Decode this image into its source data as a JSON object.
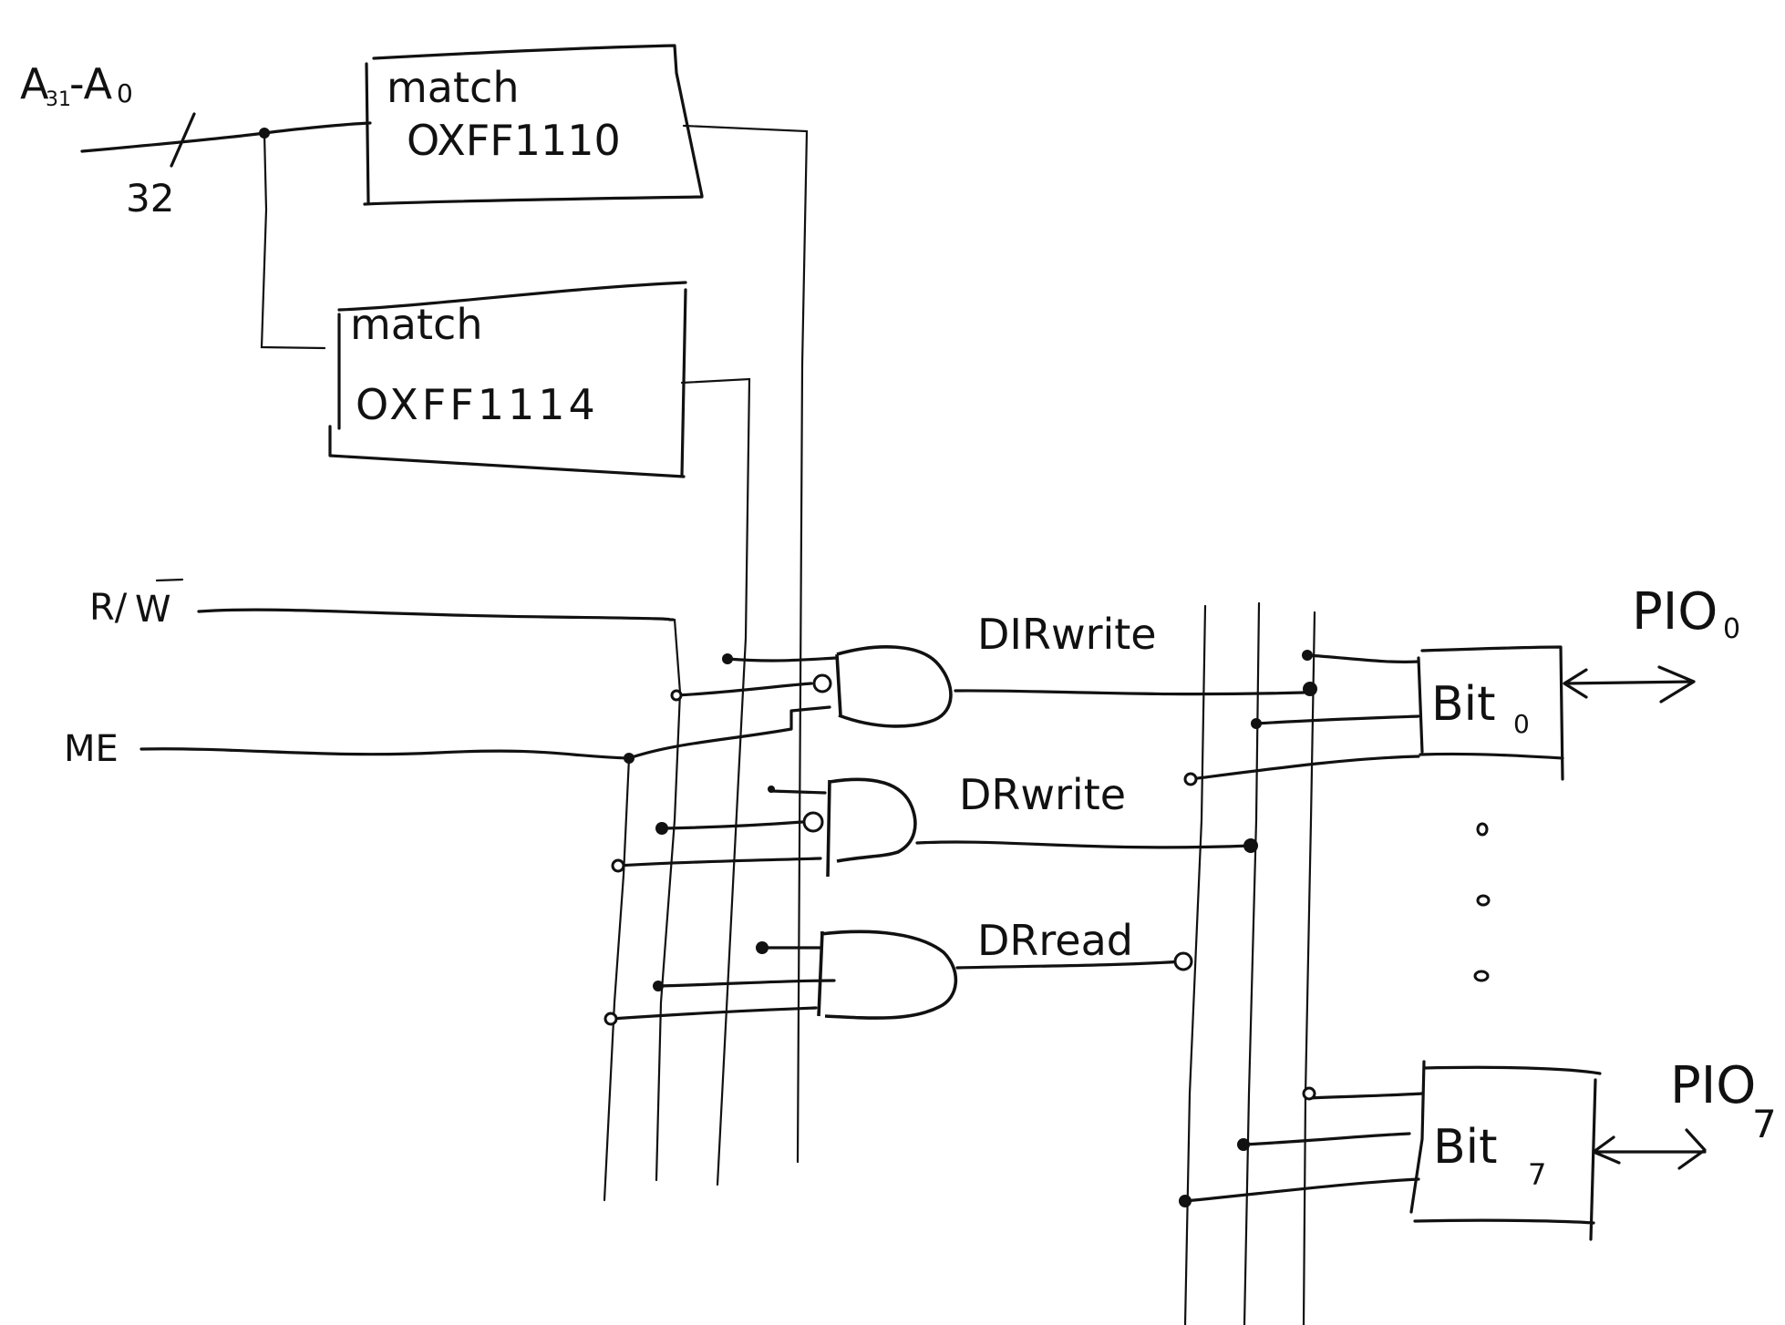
{
  "diagram": {
    "bus": {
      "label": "A31-A0",
      "label_main": "A",
      "label_sub_from": "31",
      "label_mid": "-A",
      "label_sub_to": "0",
      "width_label": "32"
    },
    "match_blocks": [
      {
        "title": "match",
        "value": "OXFF1110"
      },
      {
        "title": "match",
        "value": "OXFF1114"
      }
    ],
    "inputs": [
      {
        "name": "R/W",
        "label_r": "R/",
        "label_w_bar": "W"
      },
      {
        "name": "ME",
        "label": "ME"
      }
    ],
    "gates": [
      {
        "type": "AND",
        "output": "DIRwrite"
      },
      {
        "type": "AND",
        "output": "DRwrite"
      },
      {
        "type": "AND",
        "output": "DRread"
      }
    ],
    "bits": [
      {
        "label": "Bit",
        "index": "0",
        "port": "PIO",
        "port_index": "0"
      },
      {
        "label": "Bit",
        "index": "7",
        "port": "PIO",
        "port_index": "7"
      }
    ],
    "ellipsis": "⋮"
  }
}
